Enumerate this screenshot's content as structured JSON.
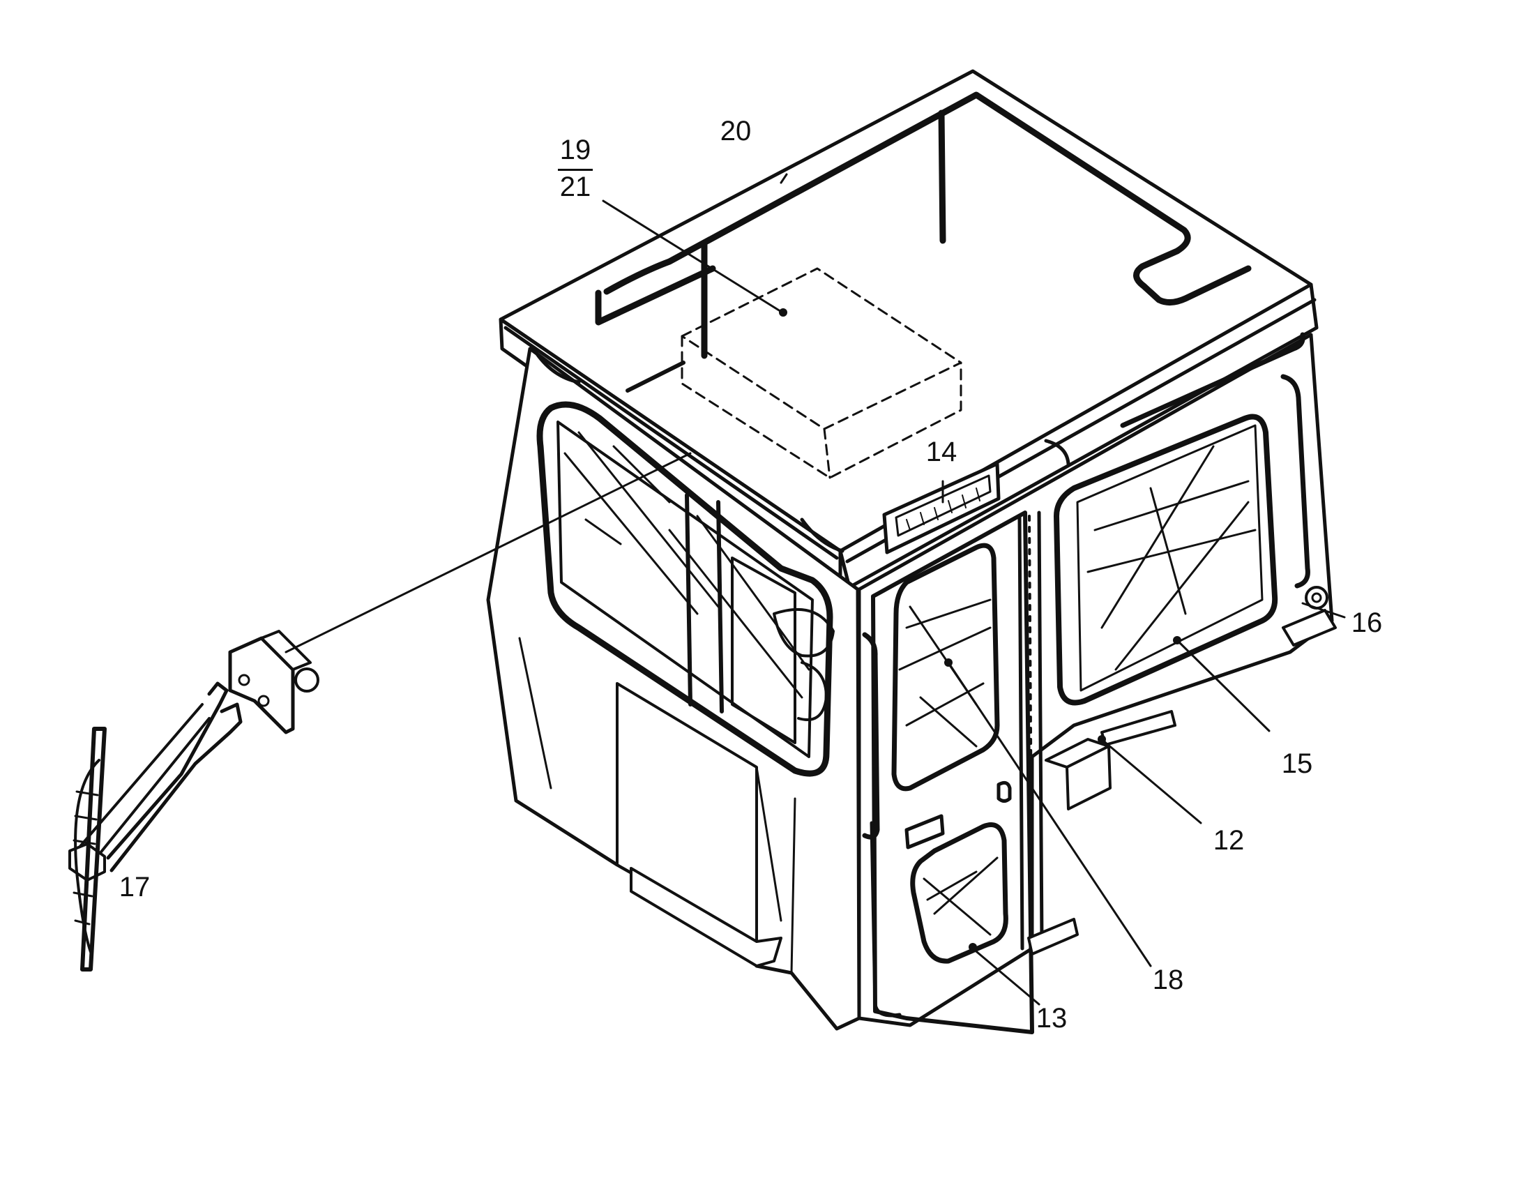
{
  "callouts": {
    "c12": "12",
    "c13": "13",
    "c14": "14",
    "c15": "15",
    "c16": "16",
    "c17": "17",
    "c18": "18",
    "c19": "19",
    "c20": "20",
    "c21": "21"
  },
  "colors": {
    "ink": "#111111",
    "paper": "#ffffff"
  }
}
